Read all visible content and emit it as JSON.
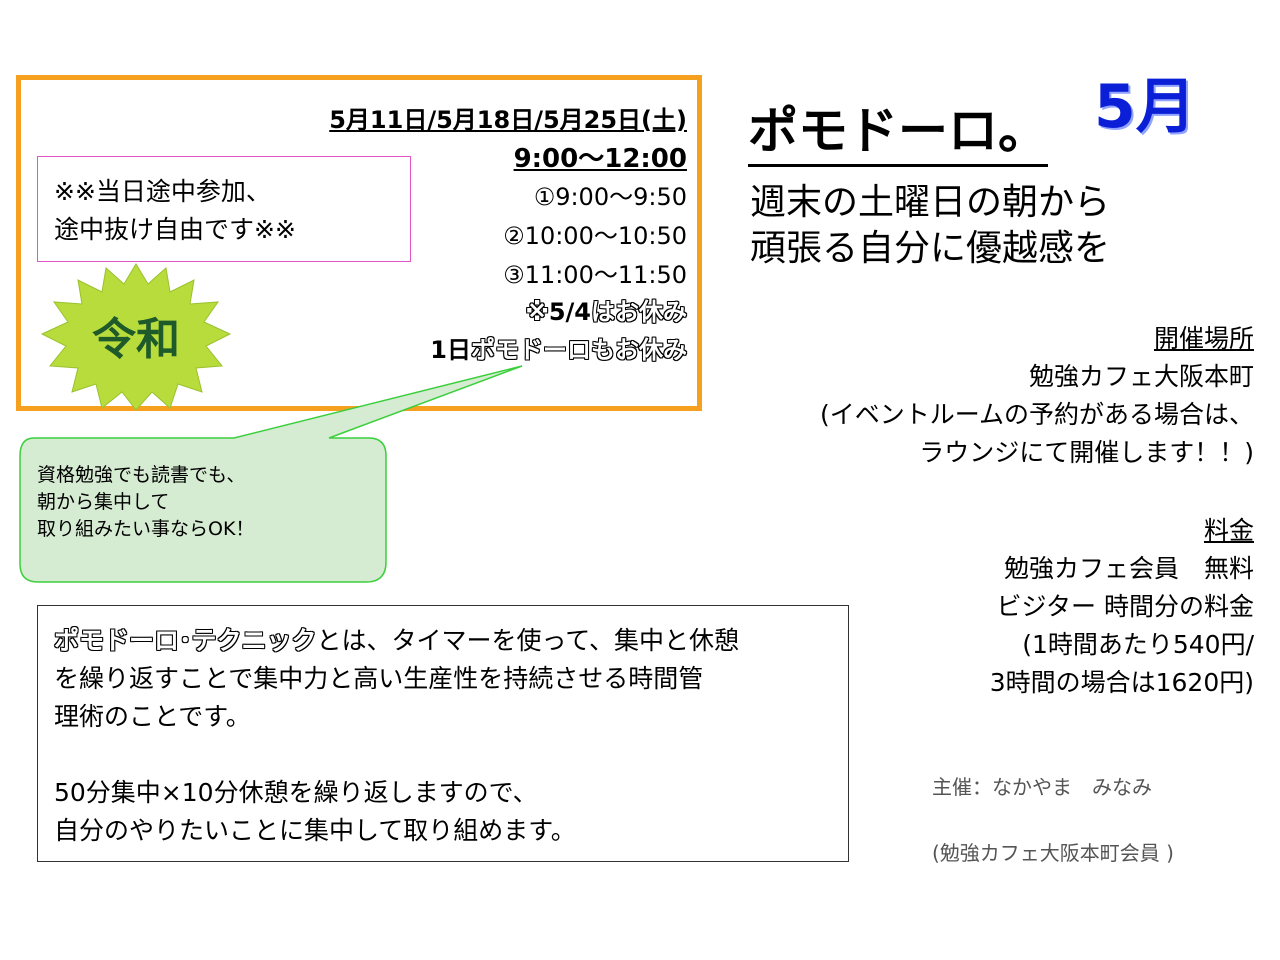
{
  "schedule": {
    "dates": "5月11日/5月18日/5月25日(土)",
    "time_range": "9:00〜12:00",
    "session1": "①9:00〜9:50",
    "session2": "②10:00〜10:50",
    "session3": "③11:00〜11:50",
    "holiday_prefix": "※",
    "holiday_date": "5/4",
    "holiday_suffix": "はお休み",
    "one_day_prefix": "1日",
    "one_day_mid": "ポモドーロ",
    "one_day_suffix": "もお休み",
    "note_line1": "※※当日途中参加、",
    "note_line2": "途中抜け自由です※※"
  },
  "badge": {
    "text": "令和",
    "fill_color": "#b7dc3c",
    "text_color": "#1e5a2a"
  },
  "bubble": {
    "line1": "資格勉強でも読書でも、",
    "line2": "朝から集中して",
    "line3": "取り組みたい事ならOK！",
    "fill_color": "#d6ecd2",
    "border_color": "#3ccf3c"
  },
  "header": {
    "title": "ポモドーロ。",
    "month": "5月",
    "subtitle_line1": "週末の土曜日の朝から",
    "subtitle_line2": "頑張る自分に優越感を"
  },
  "venue": {
    "heading": "開催場所",
    "name": "勉強カフェ大阪本町",
    "note_line1": "(イベントルームの予約がある場合は、",
    "note_line2": "ラウンジにて開催します！！)"
  },
  "fee": {
    "heading": "料金",
    "member": "勉強カフェ会員　無料",
    "visitor": "ビジター 時間分の料金",
    "detail_line1": "(1時間あたり540円/",
    "detail_line2": "3時間の場合は1620円)"
  },
  "description": {
    "keyword": "ポモドーロ･テクニック",
    "text_line1": "とは、タイマーを使って、集中と休憩",
    "text_line2": "を繰り返すことで集中力と高い生産性を持続させる時間管",
    "text_line3": "理術のことです。",
    "text_line4": "50分集中×10分休憩を繰り返しますので、",
    "text_line5": "自分のやりたいことに集中して取り組めます。"
  },
  "organizer": {
    "line1": "主催：なかやま　みなみ",
    "line2": "(勉強カフェ大阪本町会員 )"
  },
  "colors": {
    "schedule_border": "#f5a01e",
    "note_border": "#e055c8",
    "month": "#0a1fd6"
  }
}
